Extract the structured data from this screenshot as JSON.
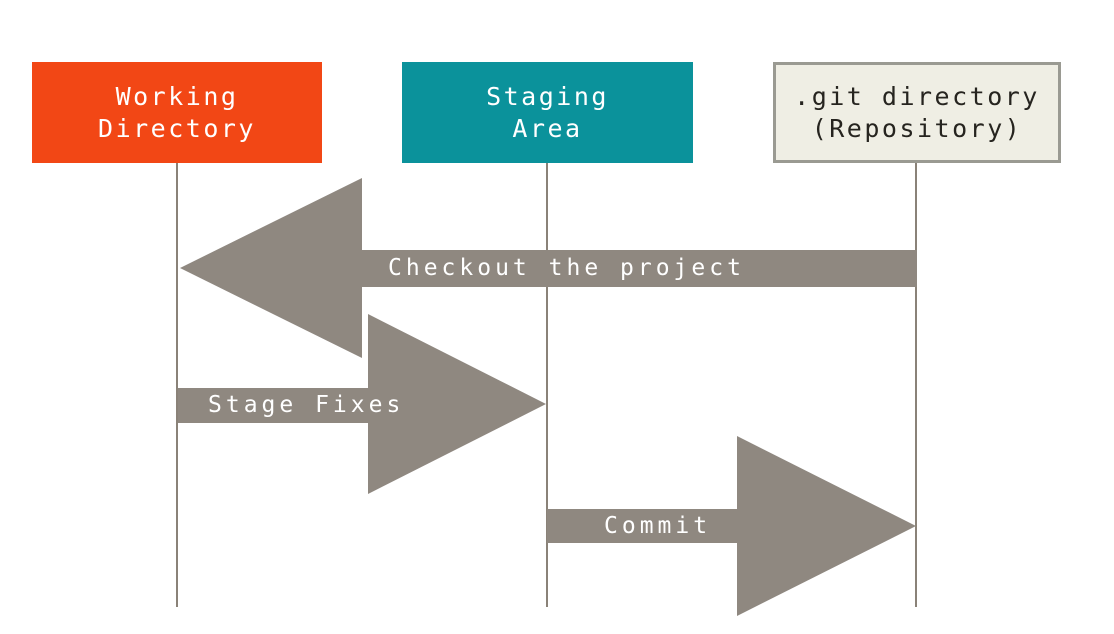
{
  "diagram": {
    "type": "git-areas-sequence-diagram",
    "columns": [
      {
        "id": "working-directory",
        "label_line1": "Working",
        "label_line2": "Directory",
        "fill": "#F24715",
        "text_color": "#FFFFFF"
      },
      {
        "id": "staging-area",
        "label_line1": "Staging",
        "label_line2": "Area",
        "fill": "#0B929B",
        "text_color": "#FFFFFF"
      },
      {
        "id": "git-directory",
        "label_line1": ".git directory",
        "label_line2": "(Repository)",
        "fill": "#EFEEE4",
        "text_color": "#26241F",
        "border_color": "#9A9A92"
      }
    ],
    "arrows": [
      {
        "id": "checkout",
        "label": "Checkout the project",
        "from": "git-directory",
        "to": "working-directory",
        "direction": "left"
      },
      {
        "id": "stage-fixes",
        "label": "Stage Fixes",
        "from": "working-directory",
        "to": "staging-area",
        "direction": "right"
      },
      {
        "id": "commit",
        "label": "Commit",
        "from": "staging-area",
        "to": "git-directory",
        "direction": "right"
      }
    ],
    "colors": {
      "arrow": "#8F8880",
      "lifeline": "#8A8278",
      "background": "#FFFFFF"
    }
  }
}
